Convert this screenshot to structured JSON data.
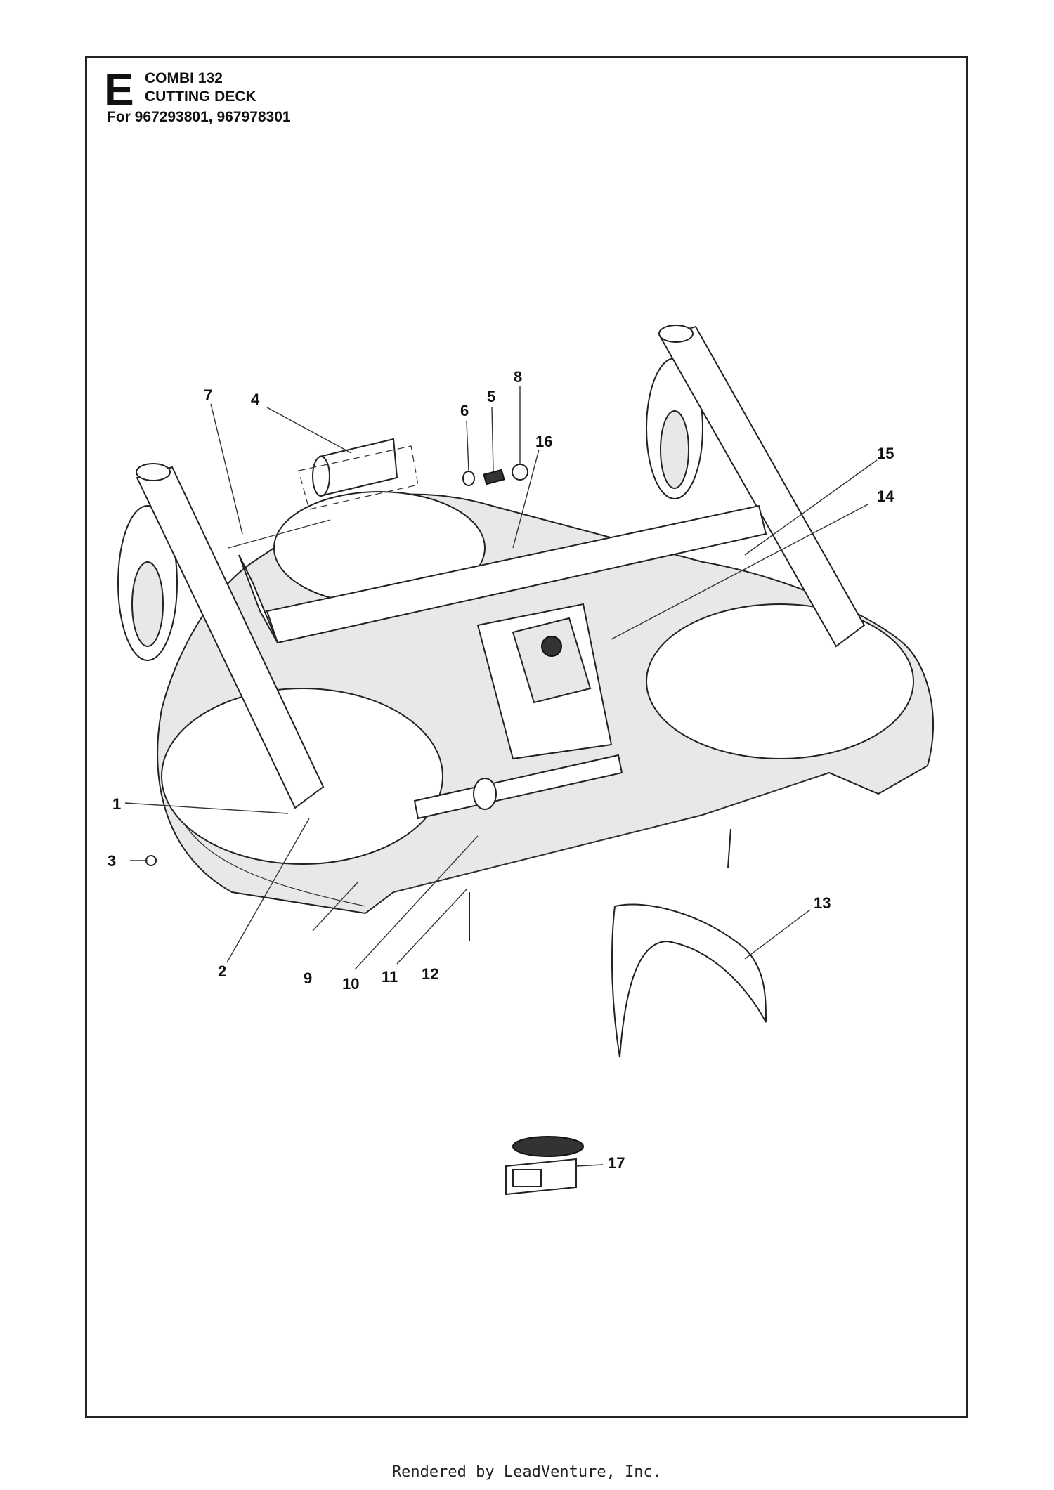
{
  "header": {
    "section_letter": "E",
    "model": "COMBI 132",
    "subtitle": "CUTTING DECK",
    "serials": "For 967293801, 967978301"
  },
  "callouts": [
    "1",
    "2",
    "3",
    "4",
    "5",
    "6",
    "7",
    "8",
    "9",
    "10",
    "11",
    "12",
    "13",
    "14",
    "15",
    "16",
    "17"
  ],
  "footer": "Rendered by LeadVenture, Inc."
}
